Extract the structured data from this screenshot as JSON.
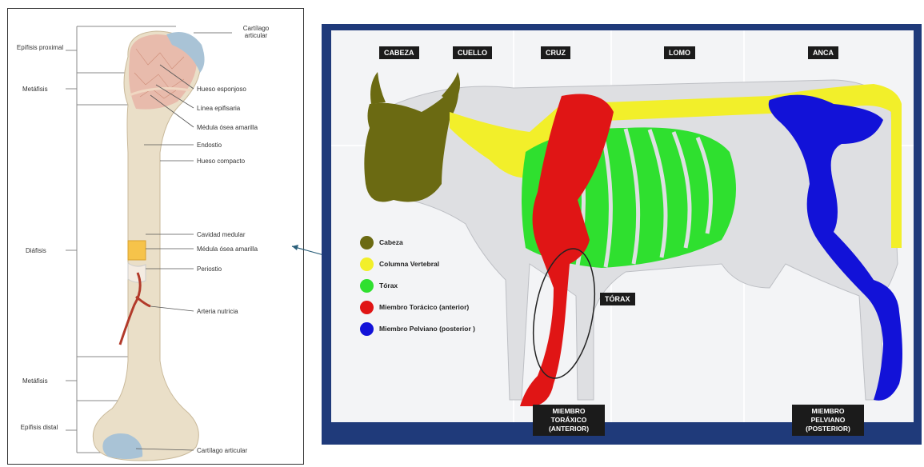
{
  "bone": {
    "left_labels": {
      "epifisis_proximal": "Epífisis proximal",
      "metafisis_top": "Metáfisis",
      "diafisis": "Diáfisis",
      "metafisis_bottom": "Metáfisis",
      "epifisis_distal": "Epífisis distal"
    },
    "right_labels": {
      "cartilago_top": "Cartílago articular",
      "hueso_esponjoso": "Hueso esponjoso",
      "linea_epifisaria": "Línea epifisaria",
      "medula_amarilla_top": "Médula ósea amarilla",
      "endostio": "Endostio",
      "hueso_compacto": "Hueso compacto",
      "cavidad_medular": "Cavidad medular",
      "medula_amarilla_mid": "Médula ósea amarilla",
      "periostio": "Periostio",
      "arteria_nutricia": "Arteria nutricia",
      "cartilago_bottom": "Cartílago articular"
    }
  },
  "cow": {
    "regions": {
      "cabeza": "CABEZA",
      "cuello": "CUELLO",
      "cruz": "CRUZ",
      "lomo": "LOMO",
      "anca": "ANCA",
      "torax": "TÓRAX",
      "miembro_toracico": "MIEMBRO TORÁXICO (ANTERIOR)",
      "miembro_pelviano": "MIEMBRO PELVIANO (POSTERIOR)"
    },
    "legend": [
      {
        "label": "Cabeza",
        "color": "#6b6a12"
      },
      {
        "label": "Columna Vertebral",
        "color": "#f2ef2a"
      },
      {
        "label": "Tórax",
        "color": "#2fe02f"
      },
      {
        "label": "Miembro Torácico (anterior)",
        "color": "#e01515"
      },
      {
        "label": "Miembro Pelviano (posterior )",
        "color": "#1212d8"
      }
    ]
  },
  "colors": {
    "bone_shaft": "#eadfc8",
    "cartilage": "#a9c3d6",
    "marrow": "#f6c34a",
    "artery": "#b23a2a",
    "cow_frame": "#1f3a7a"
  }
}
